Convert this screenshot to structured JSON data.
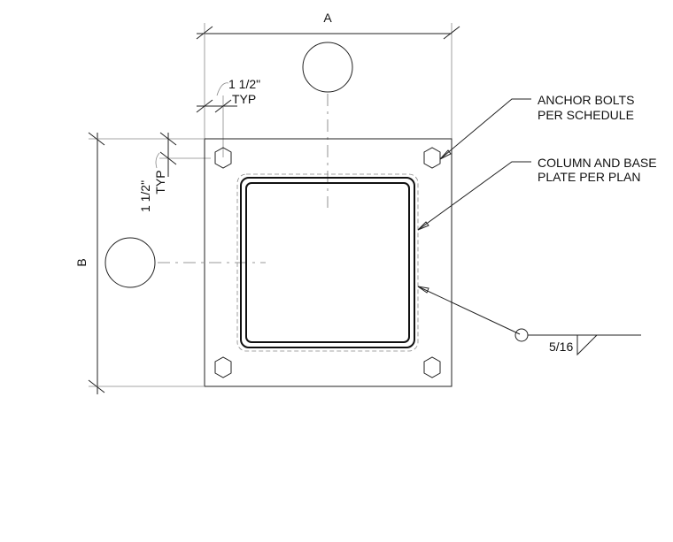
{
  "dimensions": {
    "width_label": "A",
    "height_label": "B",
    "edge_top": "1 1/2\"",
    "edge_top_typ": "TYP",
    "edge_left": "1 1/2\"",
    "edge_left_typ": "TYP"
  },
  "notes": {
    "anchor_line1": "ANCHOR BOLTS",
    "anchor_line2": "PER SCHEDULE",
    "column_line1": "COLUMN AND BASE",
    "column_line2": "PLATE PER PLAN"
  },
  "weld": {
    "size": "5/16"
  }
}
